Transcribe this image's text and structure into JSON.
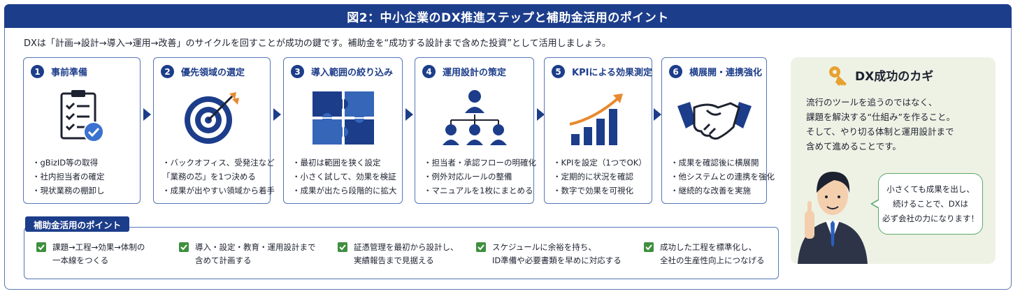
{
  "title": "図2：中小企業のDX推進ステップと補助金活用のポイント",
  "subtitle": "DXは「計画→設計→導入→運用→改善」のサイクルを回すことが成功の鍵です。補助金を“成功する設計まで含めた投資”として活用しましょう。",
  "steps": [
    {
      "num": "1",
      "title": "事前準備",
      "icon": "clipboard-check-icon",
      "bullets": [
        "・gBizID等の取得",
        "・社内担当者の確定",
        "・現状業務の棚卸し"
      ]
    },
    {
      "num": "2",
      "title": "優先領域の選定",
      "icon": "target-arrow-icon",
      "bullets": [
        "・バックオフィス、受発注など",
        "「業務の芯」を1つ決める",
        "・成果が出やすい領域から着手"
      ]
    },
    {
      "num": "3",
      "title": "導入範囲の絞り込み",
      "icon": "puzzle-icon",
      "bullets": [
        "・最初は範囲を狭く設定",
        "・小さく試して、効果を検証",
        "・成果が出たら段階的に拡大"
      ]
    },
    {
      "num": "4",
      "title": "運用設計の策定",
      "icon": "org-chart-icon",
      "bullets": [
        "・担当者・承認フローの明確化",
        "・例外対応ルールの整備",
        "・マニュアルを1枚にまとめる"
      ]
    },
    {
      "num": "5",
      "title": "KPIによる効果測定",
      "icon": "bar-chart-growth-icon",
      "bullets": [
        "・KPIを設定（1つでOK）",
        "・定期的に状況を確認",
        "・数字で効果を可視化"
      ]
    },
    {
      "num": "6",
      "title": "横展開・連携強化",
      "icon": "handshake-icon",
      "bullets": [
        "・成果を確認後に横展開",
        "・他システムとの連携を強化",
        "・継続的な改善を実施"
      ]
    }
  ],
  "key_panel": {
    "title": "DX成功のカギ",
    "icon": "key-icon",
    "lines": [
      "流行のツールを追うのではなく、",
      "課題を解決する“仕組み”を作ること。",
      "そして、やり切る体制と運用設計まで",
      "含めて進めることです。"
    ],
    "bubble": [
      "小さくても成果を出し、",
      "続けることで、DXは",
      "必ず会社の力になります！"
    ]
  },
  "points": {
    "label": "補助金活用のポイント",
    "items": [
      [
        "課題→工程→効果→体制の",
        "一本線をつくる"
      ],
      [
        "導入・設定・教育・運用設計まで",
        "含めて計画する"
      ],
      [
        "証憑管理を最初から設計し、",
        "実績報告まで見据える"
      ],
      [
        "スケジュールに余裕を持ち、",
        "ID準備や必要書類を早めに対応する"
      ],
      [
        "成功した工程を標準化し、",
        "全社の生産性向上につなげる"
      ]
    ]
  },
  "colors": {
    "navy": "#1c3d8a",
    "blue": "#5577b8",
    "orange": "#e8892f",
    "green": "#3f8f3f",
    "panel_bg": "#eef2e5"
  }
}
